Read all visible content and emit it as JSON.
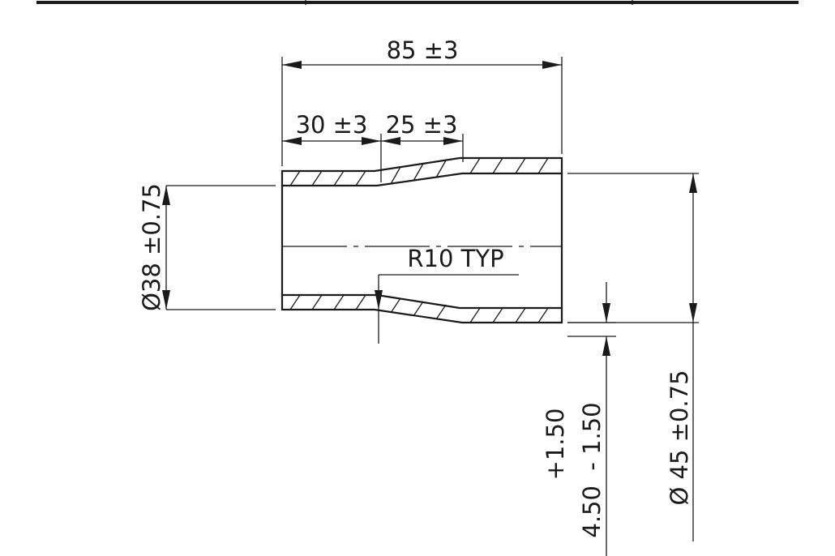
{
  "drawing": {
    "overall_length": "85 ±3",
    "straight_length": "30 ±3",
    "taper_length": "25 ±3",
    "radius_note": "R10 TYP",
    "inner_diameter": "Ø38 ±0.75",
    "outer_diameter": "Ø 45 ±0.75",
    "wall_thickness_upper_tol": "+1.50",
    "wall_thickness_nominal_lower": "4.50  - 1.50"
  }
}
